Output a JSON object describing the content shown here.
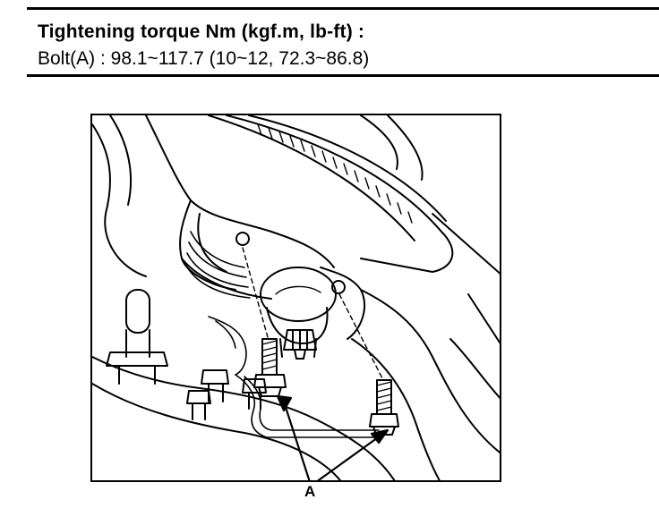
{
  "spec": {
    "title": "Tightening torque Nm (kgf.m, lb-ft) :",
    "bolt_line": "Bolt(A) : 98.1~117.7 (10~12, 72.3~86.8)"
  },
  "figure": {
    "callout": "A"
  }
}
